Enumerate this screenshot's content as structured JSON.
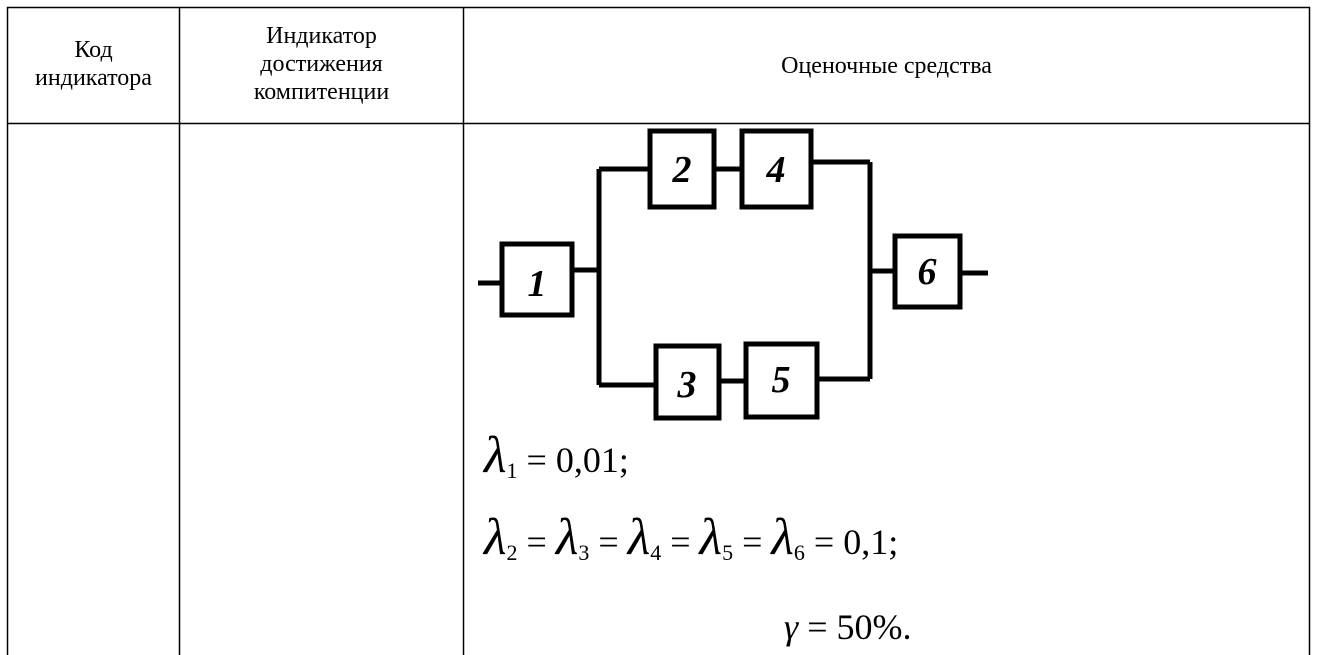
{
  "table": {
    "headers": {
      "code": [
        "Код",
        "индикатора"
      ],
      "indicator": [
        "Индикатор",
        "достижения",
        "компитенции"
      ],
      "assessment": "Оценочные средства"
    }
  },
  "diagram": {
    "blocks": [
      "1",
      "2",
      "3",
      "4",
      "5",
      "6"
    ]
  },
  "formulas": {
    "line1": {
      "symbol": "λ",
      "sub": "1",
      "rest": " = 0,01;"
    },
    "line2": {
      "symbol": "λ",
      "subs": [
        "2",
        "3",
        "4",
        "5",
        "6"
      ],
      "value": "0,1;"
    },
    "line3": {
      "symbol": "γ",
      "rest": " = 50%."
    }
  }
}
